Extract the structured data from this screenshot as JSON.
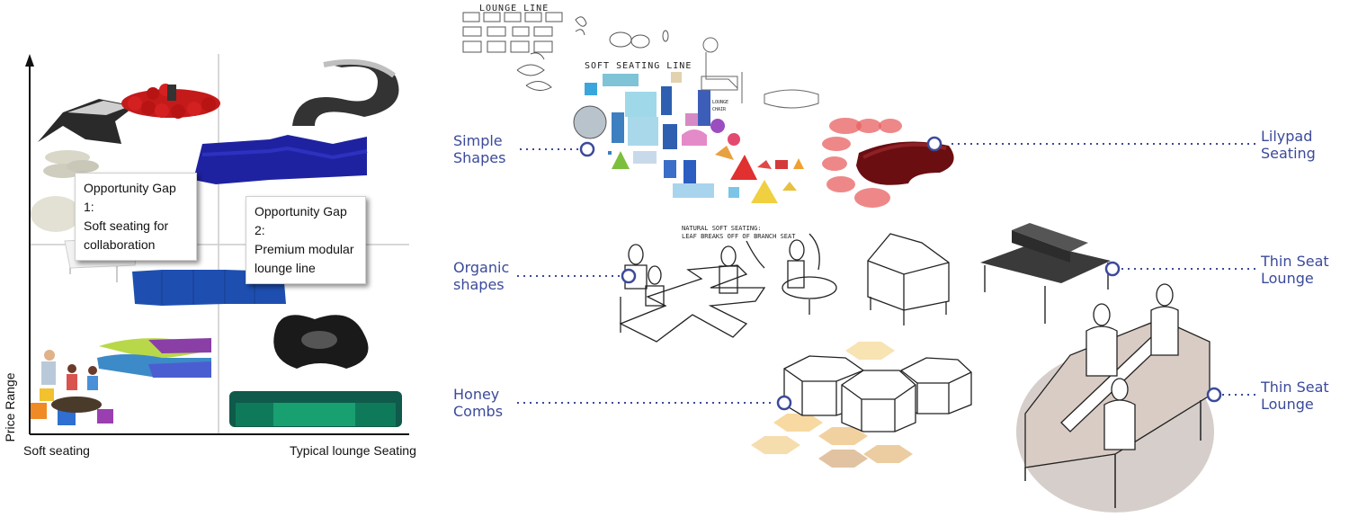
{
  "matrix": {
    "y_axis_label": "Price Range",
    "x_axis_left_label": "Soft seating",
    "x_axis_right_label": "Typical lounge Seating",
    "gap1": {
      "lines": [
        "Opportunity Gap 1:",
        "Soft seating for",
        "collaboration"
      ]
    },
    "gap2": {
      "lines": [
        "Opportunity Gap 2:",
        "Premium modular",
        "lounge line"
      ]
    }
  },
  "sketches": {
    "lounge_line_title": "LOUNGE LINE",
    "soft_seating_line_title": "SOFT SEATING LINE",
    "natural_note": [
      "NATURAL SOFT SEATING:",
      "LEAF BREAKS OFF OF BRANCH SEAT"
    ],
    "lounge_chair_note": [
      "LOUNGE",
      "CHAIR"
    ]
  },
  "callouts": {
    "simple_shapes": [
      "Simple",
      "Shapes"
    ],
    "lilypad": [
      "Lilypad",
      "Seating"
    ],
    "organic": [
      "Organic",
      "shapes"
    ],
    "thin_seat_1": [
      "Thin Seat",
      "Lounge"
    ],
    "honey_combs": [
      "Honey",
      "Combs"
    ],
    "thin_seat_2": [
      "Thin Seat",
      "Lounge"
    ]
  },
  "colors": {
    "accent": "#3b4a9a",
    "grid": "#cccccc"
  }
}
